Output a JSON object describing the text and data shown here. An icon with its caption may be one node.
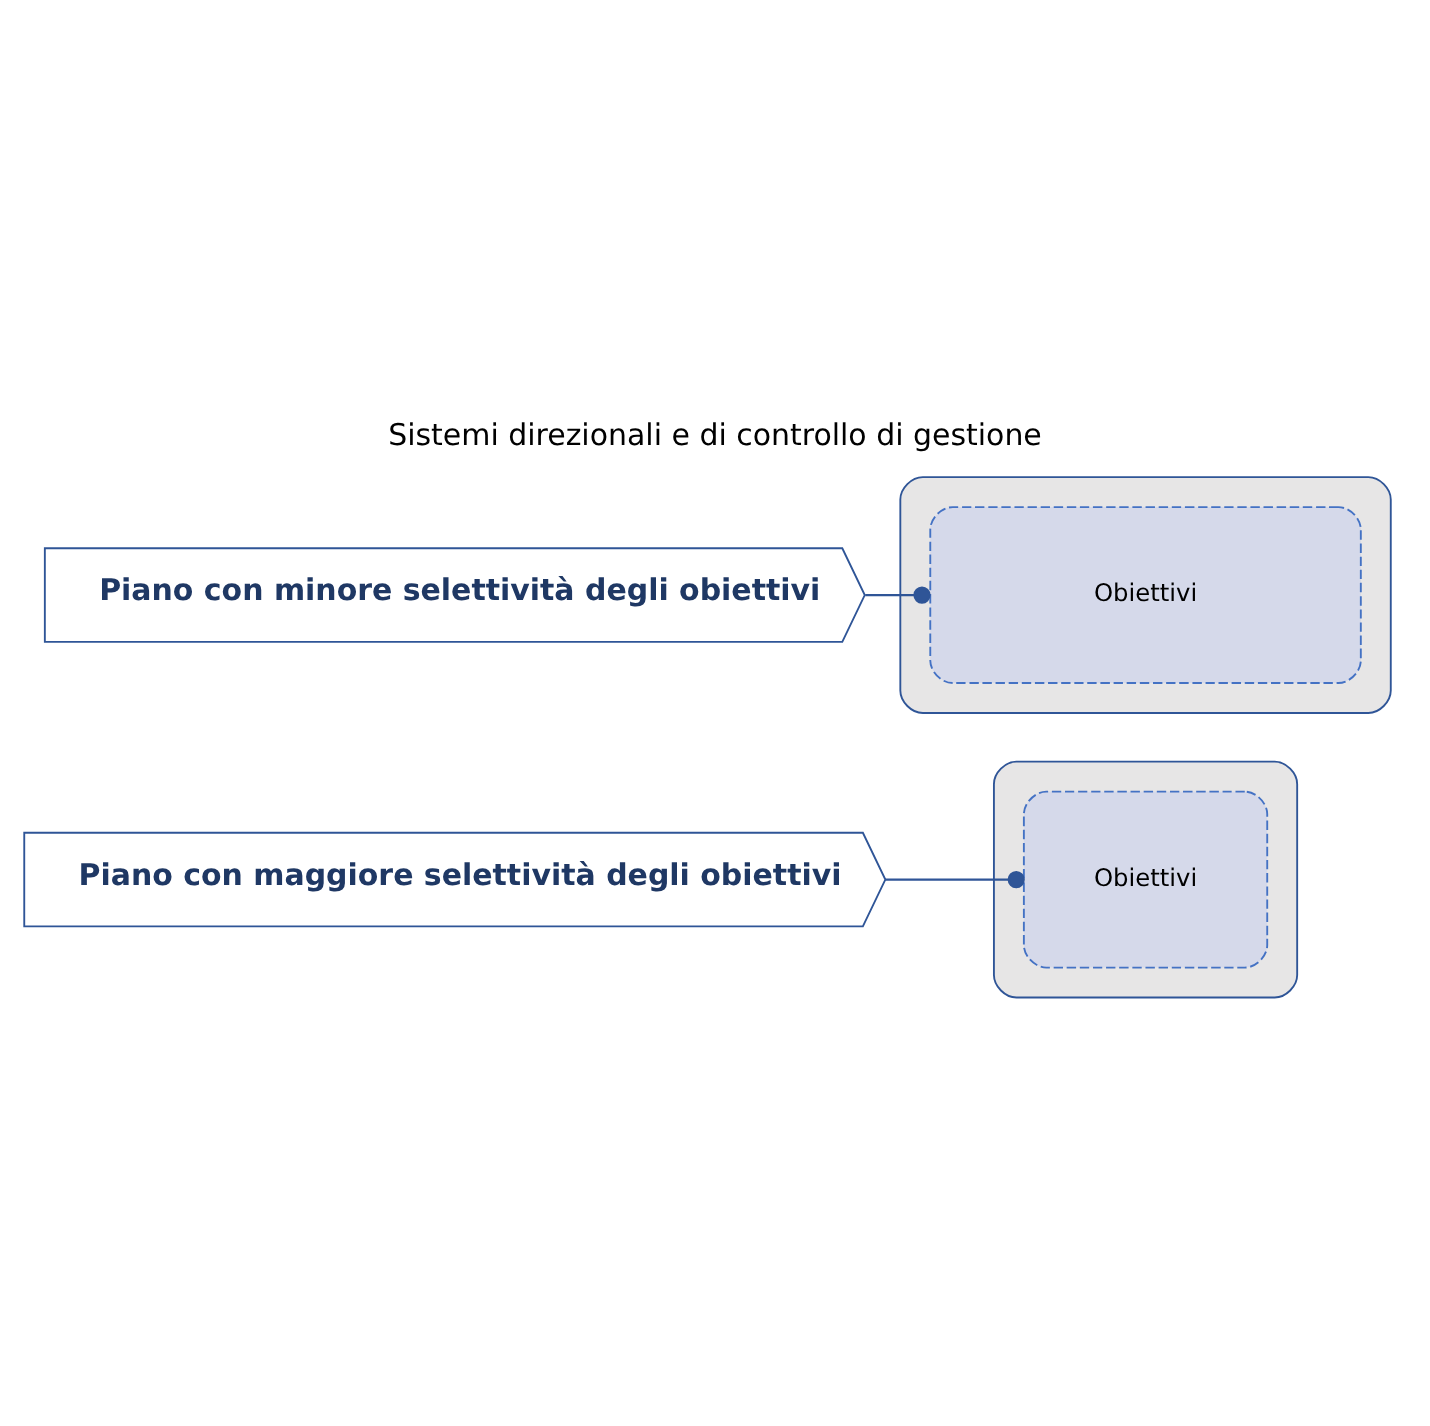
{
  "diagram": {
    "title": "Sistemi direzionali e di controllo di gestione",
    "nodes": [
      {
        "text": [
          "Piano con minore selettività degli obiettivi"
        ]
      },
      {
        "text": [],
        "shape": "box"
      },
      {
        "text": [
          "Obiettivi"
        ],
        "in": 1
      },
      {
        "text": [
          "Piano con maggiore selettività degli obiettivi"
        ]
      },
      {
        "text": [],
        "shape": "box"
      },
      {
        "text": [
          "Obiettivi"
        ],
        "in": 4
      }
    ],
    "edges": [
      {
        "from": 0,
        "to": 2,
        "arrow": "other"
      },
      {
        "from": 3,
        "to": 5,
        "arrow": "other"
      }
    ]
  }
}
